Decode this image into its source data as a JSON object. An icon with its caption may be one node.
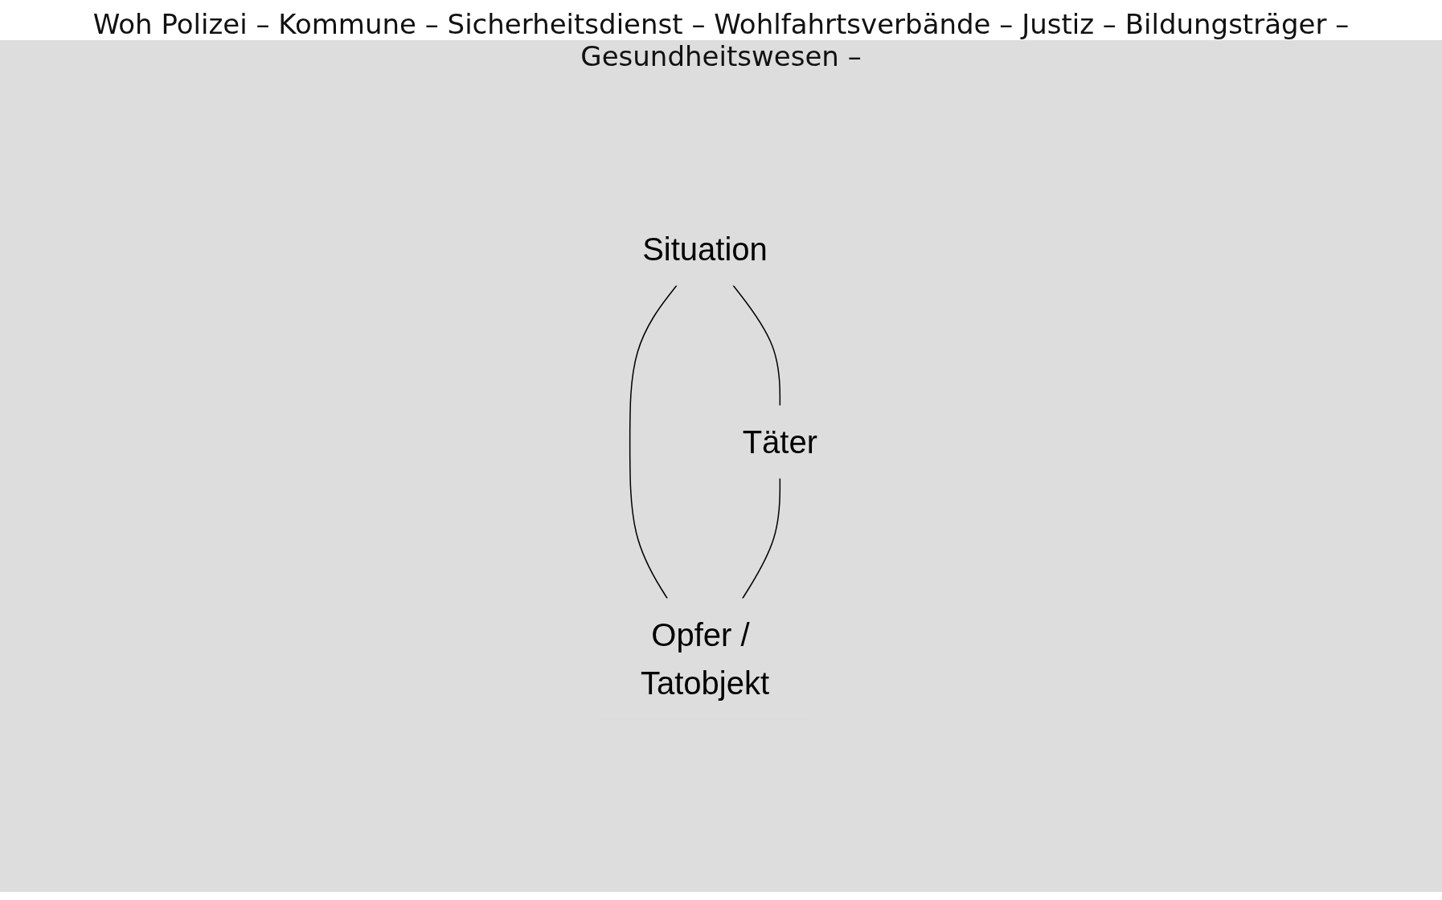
{
  "diagram": {
    "nodes": [
      {
        "text": [
          "Situation"
        ]
      },
      {
        "text": [
          "Täter"
        ]
      },
      {
        "text": [
          "Opfer / Tatobjekt"
        ]
      }
    ],
    "edges": [
      {
        "from": 0,
        "to": 1,
        "arrow": "none"
      },
      {
        "from": 0,
        "to": 2,
        "arrow": "none"
      },
      {
        "from": 1,
        "to": 2,
        "arrow": "none"
      }
    ],
    "labels": [
      "Woh Polizei – Kommune – Sicherheitsdienst – Wohlfahrtsverbände – Justiz – Bildungsträger – Gesundheitswesen –"
    ]
  }
}
